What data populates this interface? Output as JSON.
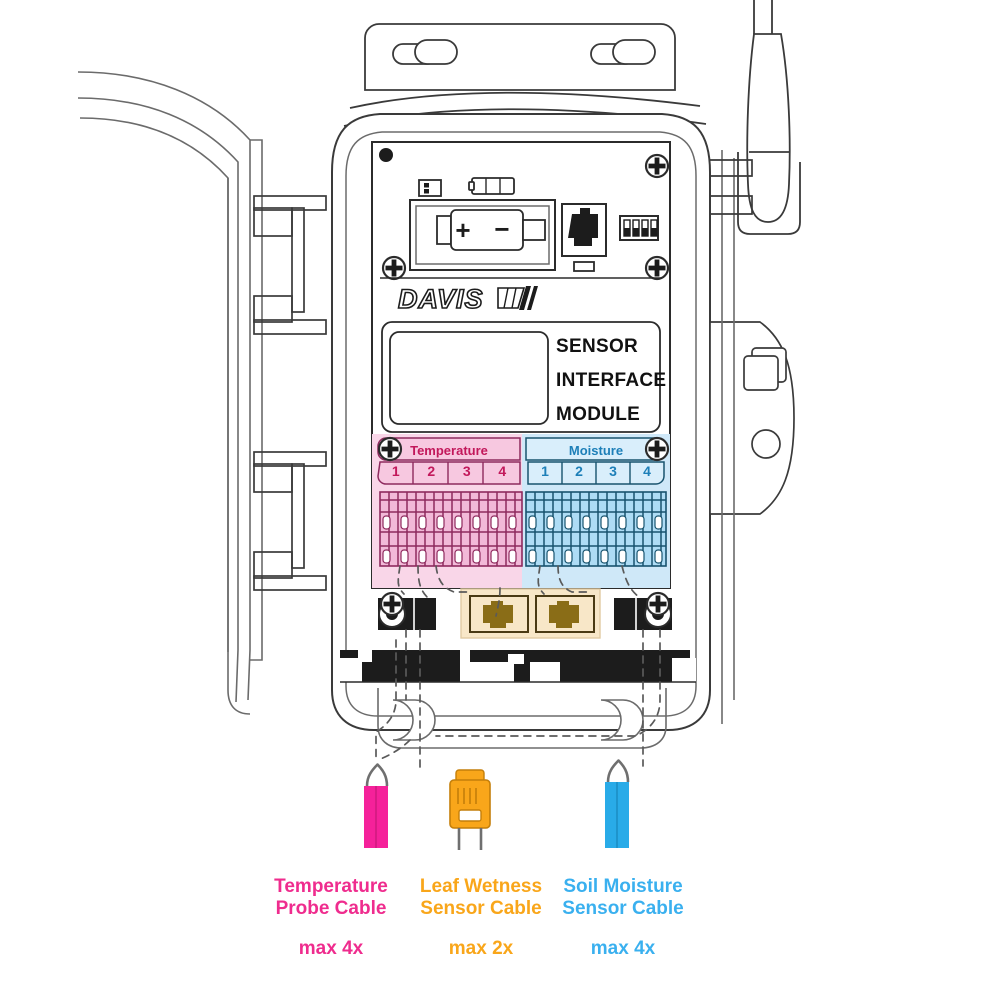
{
  "diagram": {
    "title": "Davis Sensor Interface Module wiring diagram",
    "device": {
      "brand": "DAVIS",
      "product_line1": "SENSOR",
      "product_line2": "INTERFACE",
      "product_line3": "MODULE",
      "blank_label_text": ""
    },
    "terminals": {
      "temperature": {
        "header": "Temperature",
        "channels": [
          "1",
          "2",
          "3",
          "4"
        ],
        "fill": "#f7c8e0",
        "line": "#8e2a5e",
        "header_text_color": "#c2185b"
      },
      "moisture": {
        "header": "Moisture",
        "channels": [
          "1",
          "2",
          "3",
          "4"
        ],
        "fill": "#bfe4f7",
        "line": "#18536e",
        "header_text_color": "#1d7fb8"
      }
    },
    "battery": {
      "plus": "+",
      "minus": "−"
    },
    "rj_jacks": {
      "count": 2,
      "housing_fill": "#f8e7c8",
      "jack_fill": "#8a6d17"
    },
    "dip_switch": {
      "positions": 4
    }
  },
  "legend": [
    {
      "id": "temperature-probe",
      "line1": "Temperature",
      "line2": "Probe Cable",
      "max": "max 4x",
      "color": "#ef2c8e",
      "cable_color": "#f5219a",
      "connector": "bare-leads"
    },
    {
      "id": "leaf-wetness",
      "line1": "Leaf Wetness",
      "line2": "Sensor Cable",
      "max": "max 2x",
      "color": "#f9a61a",
      "cable_color": "#f9a61a",
      "connector": "rj-plug"
    },
    {
      "id": "soil-moisture",
      "line1": "Soil Moisture",
      "line2": "Sensor Cable",
      "max": "max 4x",
      "color": "#3ab0ef",
      "cable_color": "#29abe8",
      "connector": "bare-leads"
    }
  ],
  "colors": {
    "outline": "#3a3a3a",
    "light_outline": "#6b6b6b",
    "black_part": "#1c1c1c",
    "wire_gray": "#6f6f6f"
  }
}
